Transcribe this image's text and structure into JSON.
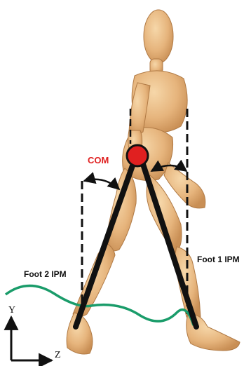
{
  "labels": {
    "com": "COM",
    "foot1": "Foot 1 IPM",
    "foot2": "Foot 2 IPM",
    "axis_y": "Y",
    "axis_z": "Z"
  },
  "colors": {
    "com_fill": "#e02020",
    "com_label": "#e02020",
    "trajectory": "#1a9c6a",
    "legs": "#111111",
    "mannequin": "#e9bc86",
    "mannequin_shade": "#c98f55"
  }
}
